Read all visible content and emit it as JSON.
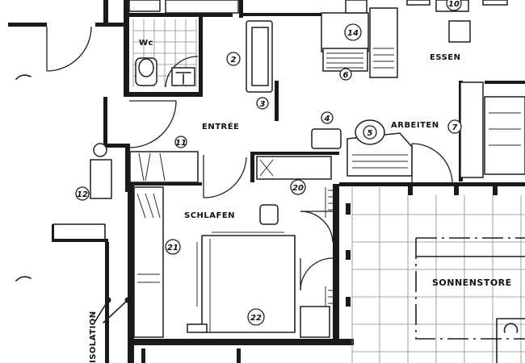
{
  "rooms": {
    "wc": "Wc",
    "entree": "ENTRÉE",
    "arbeiten": "ARBEITEN",
    "essen": "ESSEN",
    "schlafen": "SCHLAFEN",
    "sonnenstore": "SONNENSTORE",
    "isolation": "ISOLATION"
  },
  "markers": {
    "m2": "2",
    "m3": "3",
    "m4": "4",
    "m5": "5",
    "m6": "6",
    "m7": "7",
    "m10": "10",
    "m11": "11",
    "m12": "12",
    "m14": "14",
    "m20": "20",
    "m21": "21",
    "m22": "22"
  },
  "colors": {
    "ink": "#1a1a1a",
    "paper": "#ffffff"
  }
}
